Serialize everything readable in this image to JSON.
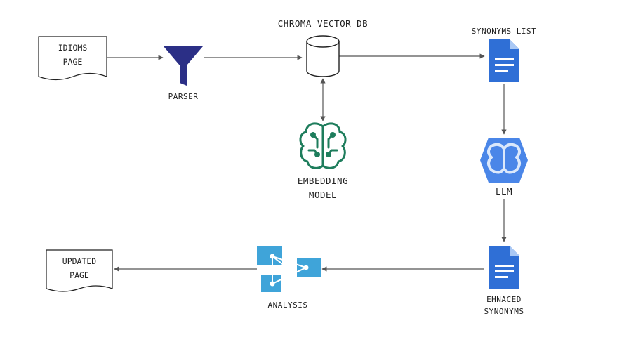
{
  "nodes": {
    "idioms_page": {
      "line1": "IDIOMS",
      "line2": "PAGE"
    },
    "parser": {
      "label": "PARSER"
    },
    "chroma_db": {
      "label": "CHROMA VECTOR DB"
    },
    "embedding_model": {
      "line1": "EMBEDDING",
      "line2": "MODEL"
    },
    "synonyms_list": {
      "label": "SYNONYMS LIST"
    },
    "llm": {
      "label": "LLM"
    },
    "enhanced_synonyms": {
      "line1": "EHNACED",
      "line2": "SYNONYMS"
    },
    "analysis": {
      "label": "ANALYSIS"
    },
    "updated_page": {
      "line1": "UPDATED",
      "line2": "PAGE"
    }
  },
  "colors": {
    "line": "#555555",
    "funnel": "#2b2f86",
    "doc_blue": "#2f6fd6",
    "brain_green": "#1e7d5c",
    "llm_blue": "#4a86e8",
    "analysis_blue": "#3fa4d9"
  },
  "icons": [
    "document-wave-icon",
    "funnel-icon",
    "database-cylinder-icon",
    "file-text-icon",
    "brain-circuit-icon",
    "llm-hexagon-icon",
    "analysis-icon"
  ]
}
